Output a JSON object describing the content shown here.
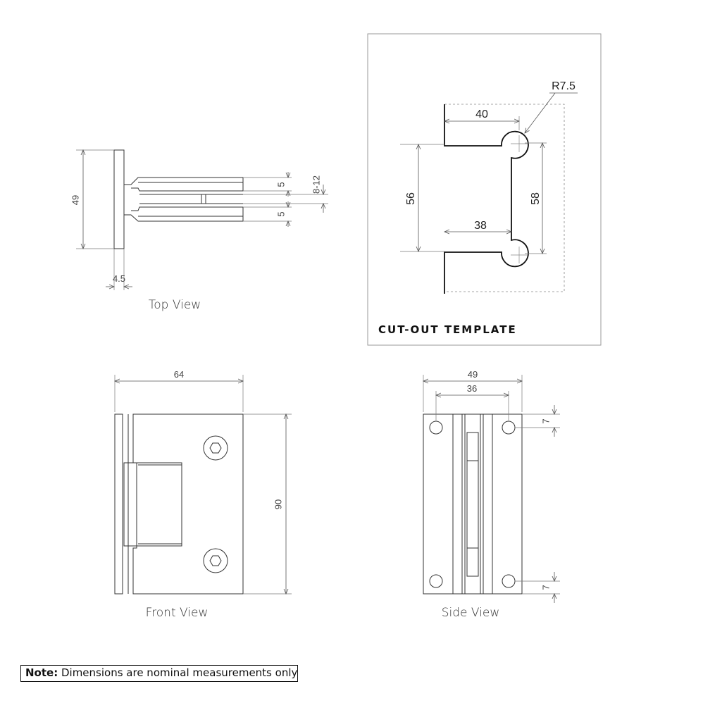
{
  "top_view": {
    "caption": "Top View",
    "dim_height": "49",
    "dim_plate": "4.5",
    "dim_clamp_top": "5",
    "dim_glass": "8-12",
    "dim_clamp_bottom": "5"
  },
  "cutout": {
    "title": "CUT-OUT TEMPLATE",
    "radius": "R7.5",
    "dim_top_width": "40",
    "dim_bottom_width": "38",
    "dim_left_height": "56",
    "dim_right_height": "58"
  },
  "front_view": {
    "caption": "Front View",
    "dim_width": "64",
    "dim_height": "90"
  },
  "side_view": {
    "caption": "Side View",
    "dim_outer_width": "49",
    "dim_hole_spacing": "36",
    "dim_hole_top": "7",
    "dim_hole_bottom": "7"
  },
  "note": {
    "label": "Note:",
    "text": " Dimensions are nominal measurements only"
  }
}
